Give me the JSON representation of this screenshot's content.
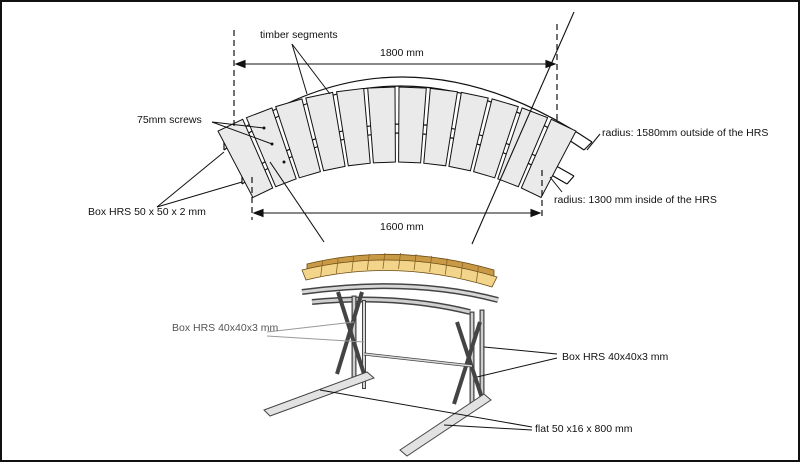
{
  "labels": {
    "timber_segments": "timber segments",
    "dim_top": "1800 mm",
    "dim_bottom": "1600 mm",
    "screws": "75mm screws",
    "box_hrs_50": "Box HRS 50 x 50 x 2 mm",
    "radius_outside": "radius: 1580mm outside of the HRS",
    "radius_inside": "radius: 1300 mm inside of the HRS",
    "box_hrs_left": "Box HRS 40x40x3 mm",
    "box_hrs_right": "Box HRS 40x40x3 mm",
    "flat_bar": "flat 50 x16 x 800 mm"
  },
  "timber": {
    "segment_count": 12,
    "color": "#eaeaea"
  },
  "colors": {
    "line": "#111111",
    "wood_light": "#f2d48a",
    "wood_dark": "#c99a45",
    "steel_light": "#d6d6d6",
    "steel_dark": "#555555"
  }
}
